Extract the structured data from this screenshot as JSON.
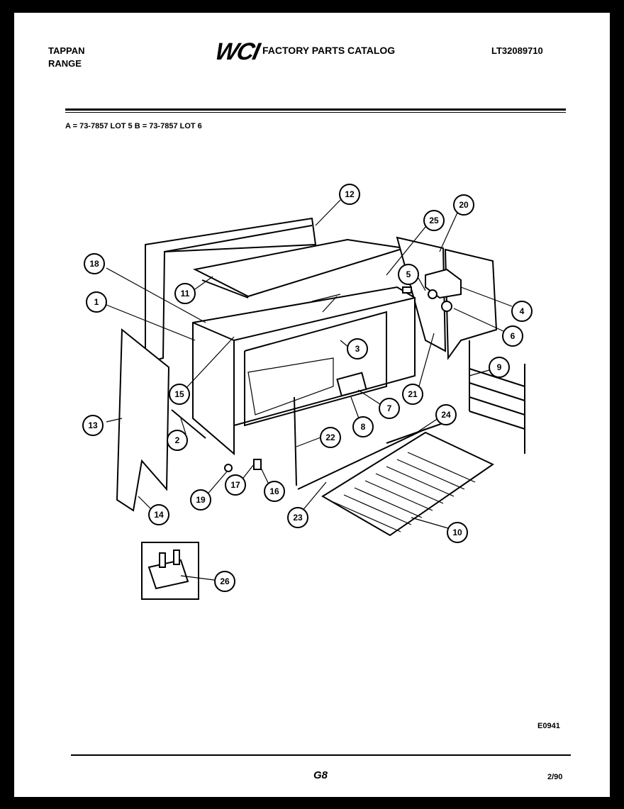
{
  "header": {
    "brand_line1": "TAPPAN",
    "brand_line2": "RANGE",
    "logo": "WCI",
    "catalog_title": "FACTORY PARTS CATALOG",
    "model_number": "LT32089710"
  },
  "variants_line": "A = 73-7857 LOT 5     B = 73-7857 LOT 6",
  "callouts": [
    "1",
    "2",
    "3",
    "4",
    "5",
    "6",
    "7",
    "8",
    "9",
    "10",
    "11",
    "12",
    "13",
    "14",
    "15",
    "16",
    "17",
    "18",
    "19",
    "20",
    "21",
    "22",
    "23",
    "24",
    "25",
    "26"
  ],
  "footer": {
    "diagram_code": "E0941",
    "page": "G8",
    "date": "2/90"
  }
}
